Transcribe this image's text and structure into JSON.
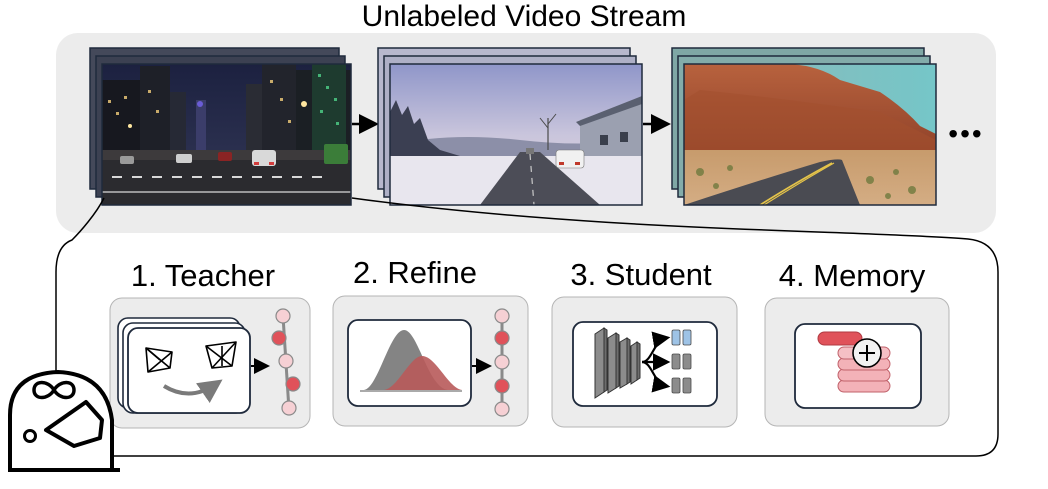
{
  "title": "Unlabeled Video Stream",
  "stream": {
    "frames": [
      {
        "scene": "night-city-street"
      },
      {
        "scene": "snowy-road"
      },
      {
        "scene": "desert-canyon-road"
      }
    ],
    "ellipsis": "•••"
  },
  "steps": [
    {
      "label": "1. Teacher",
      "icon": "teacher-pose-icon"
    },
    {
      "label": "2. Refine",
      "icon": "distribution-refine-icon"
    },
    {
      "label": "3. Student",
      "icon": "neural-network-icon"
    },
    {
      "label": "4. Memory",
      "icon": "memory-database-icon"
    }
  ],
  "agent": {
    "icon": "helmet-infinity-icon"
  },
  "colors": {
    "panel_bg": "#ececec",
    "node_red": "#e0525a",
    "node_pink": "#f6d0d4",
    "dist_gray": "#7d7d7d",
    "dist_red": "#b85a5a",
    "net_blue": "#9ec3e6",
    "net_gray": "#8c8c8c",
    "frame_stroke": "#1f2a3c"
  }
}
